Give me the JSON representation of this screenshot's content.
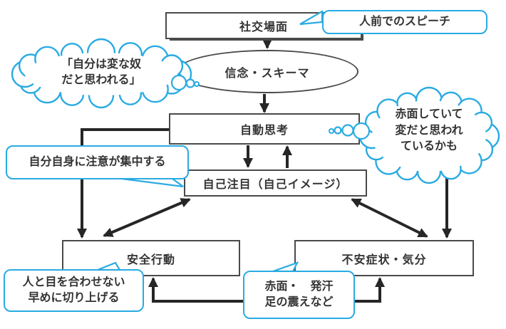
{
  "nodes": {
    "social_situation": {
      "label": "社交場面"
    },
    "belief_schema": {
      "label": "信念・スキーマ"
    },
    "automatic_thoughts": {
      "label": "自動思考"
    },
    "self_focus": {
      "label": "自己注目（自己イメージ）"
    },
    "safety_behavior": {
      "label": "安全行動"
    },
    "anxiety_symptoms": {
      "label": "不安症状・気分"
    }
  },
  "callouts": {
    "speech_example": {
      "label": "人前でのスピーチ"
    },
    "self_attention": {
      "label": "自分自身に注意が集中する"
    },
    "safety_example": {
      "lines": [
        "人と目を合わせない",
        "早めに切り上げる"
      ]
    },
    "symptom_example": {
      "lines": [
        "赤面・　発汗",
        "足の震えなど"
      ]
    }
  },
  "thought_clouds": {
    "left": {
      "lines": [
        "「自分は変な奴",
        "だと思われる」"
      ]
    },
    "right": {
      "lines": [
        "赤面していて",
        "変だと思われ",
        "ているかも"
      ]
    }
  },
  "colors": {
    "accent": "#29abe2",
    "box_border": "#4a4a4a",
    "ink": "#333333",
    "arrow": "#262626"
  }
}
